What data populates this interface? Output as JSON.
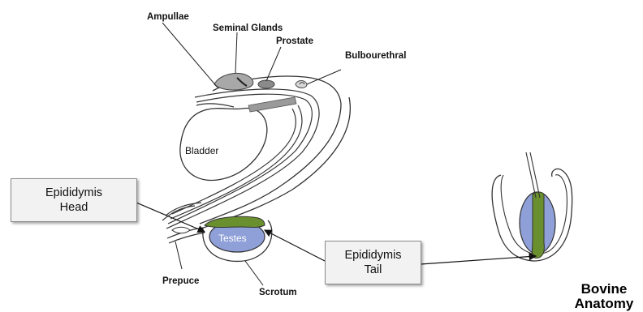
{
  "labels": {
    "ampullae": "Ampullae",
    "seminal_glands": "Seminal Glands",
    "prostate": "Prostate",
    "bulbourethral": "Bulbourethral",
    "bladder": "Bladder",
    "testes": "Testes",
    "prepuce": "Prepuce",
    "scrotum": "Scrotum"
  },
  "boxes": {
    "head": [
      "Epididymis",
      "Head"
    ],
    "tail": [
      "Epididymis",
      "Tail"
    ]
  },
  "title": [
    "Bovine",
    "Anatomy"
  ],
  "colors": {
    "epididymis": "#6a8f2e",
    "testes": "#8fa0d8",
    "gland": "#9a9a9a",
    "outline": "#333333",
    "box_fill": "#f2f2f2"
  }
}
